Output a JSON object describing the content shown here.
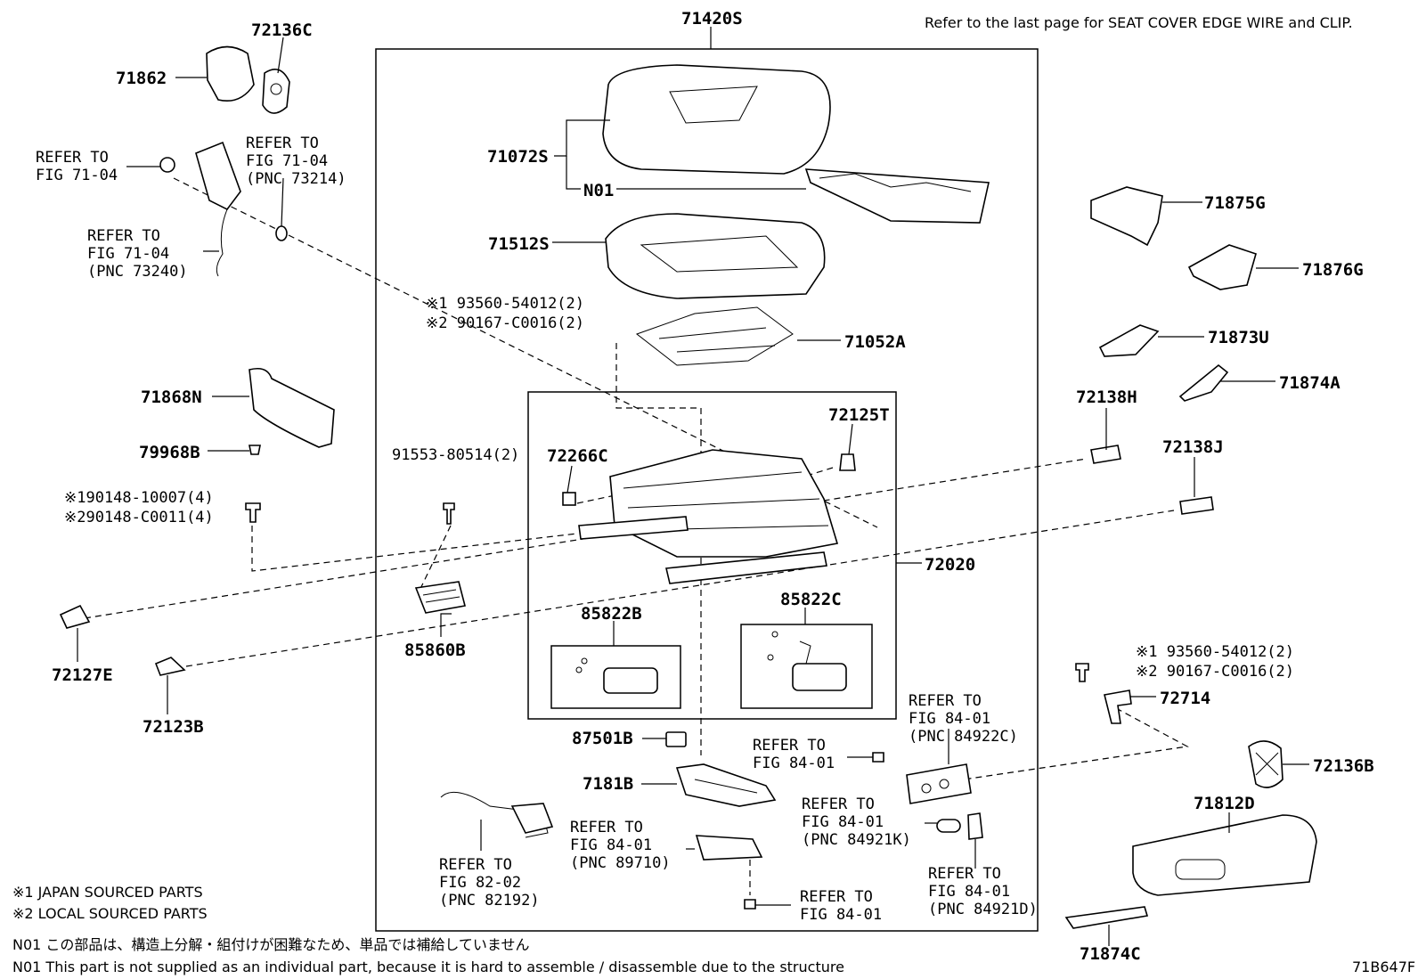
{
  "header_note": "Refer to the last page   for SEAT COVER EDGE WIRE and CLIP.",
  "figure_code": "71B647F",
  "parts": {
    "p71420S": "71420S",
    "p71072S": "71072S",
    "pN01": "N01",
    "p71512S": "71512S",
    "p71052A": "71052A",
    "p72136C": "72136C",
    "p71862": "71862",
    "p71868N": "71868N",
    "p79968B": "79968B",
    "p72266C": "72266C",
    "p72125T": "72125T",
    "p72020": "72020",
    "p85822B": "85822B",
    "p85822C": "85822C",
    "p85860B": "85860B",
    "p72127E": "72127E",
    "p72123B": "72123B",
    "p87501B": "87501B",
    "p7181B": "7181B",
    "p71875G": "71875G",
    "p71876G": "71876G",
    "p71873U": "71873U",
    "p71874A": "71874A",
    "p72138H": "72138H",
    "p72138J": "72138J",
    "p72714": "72714",
    "p72136B": "72136B",
    "p71812D": "71812D",
    "p71874C": "71874C",
    "p91553": "91553-80514(2)"
  },
  "bolts": {
    "top_1": "※1 93560-54012(2)",
    "top_2": "※2 90167-C0016(2)",
    "left_1": "※190148-10007(4)",
    "left_2": "※290148-C0011(4)",
    "right_1": "※1 93560-54012(2)",
    "right_2": "※2 90167-C0016(2)"
  },
  "refs": {
    "r1": [
      "REFER TO",
      "FIG 71-04"
    ],
    "r2": [
      "REFER TO",
      "FIG 71-04",
      "(PNC 73214)"
    ],
    "r3": [
      "REFER TO",
      "FIG 71-04",
      "(PNC 73240)"
    ],
    "r4": [
      "REFER TO",
      "FIG 84-01",
      "(PNC 84922C)"
    ],
    "r5": [
      "REFER TO",
      "FIG 84-01"
    ],
    "r6": [
      "REFER TO",
      "FIG 84-01",
      "(PNC 84921K)"
    ],
    "r7": [
      "REFER TO",
      "FIG 84-01",
      "(PNC 89710)"
    ],
    "r8": [
      "REFER TO",
      "FIG 82-02",
      "(PNC 82192)"
    ],
    "r9": [
      "REFER TO",
      "FIG 84-01",
      "(PNC 84921D)"
    ],
    "r10": [
      "REFER TO",
      "FIG 84-01"
    ]
  },
  "legend": {
    "l1": "※1  JAPAN SOURCED PARTS",
    "l2": "※2  LOCAL SOURCED PARTS",
    "n01_jp": "N01 この部品は、構造上分解・組付けが困難なため、単品では補給していません",
    "n01_en": "N01 This part is not supplied as an individual part, because it is hard to assemble / disassemble due to the structure"
  }
}
